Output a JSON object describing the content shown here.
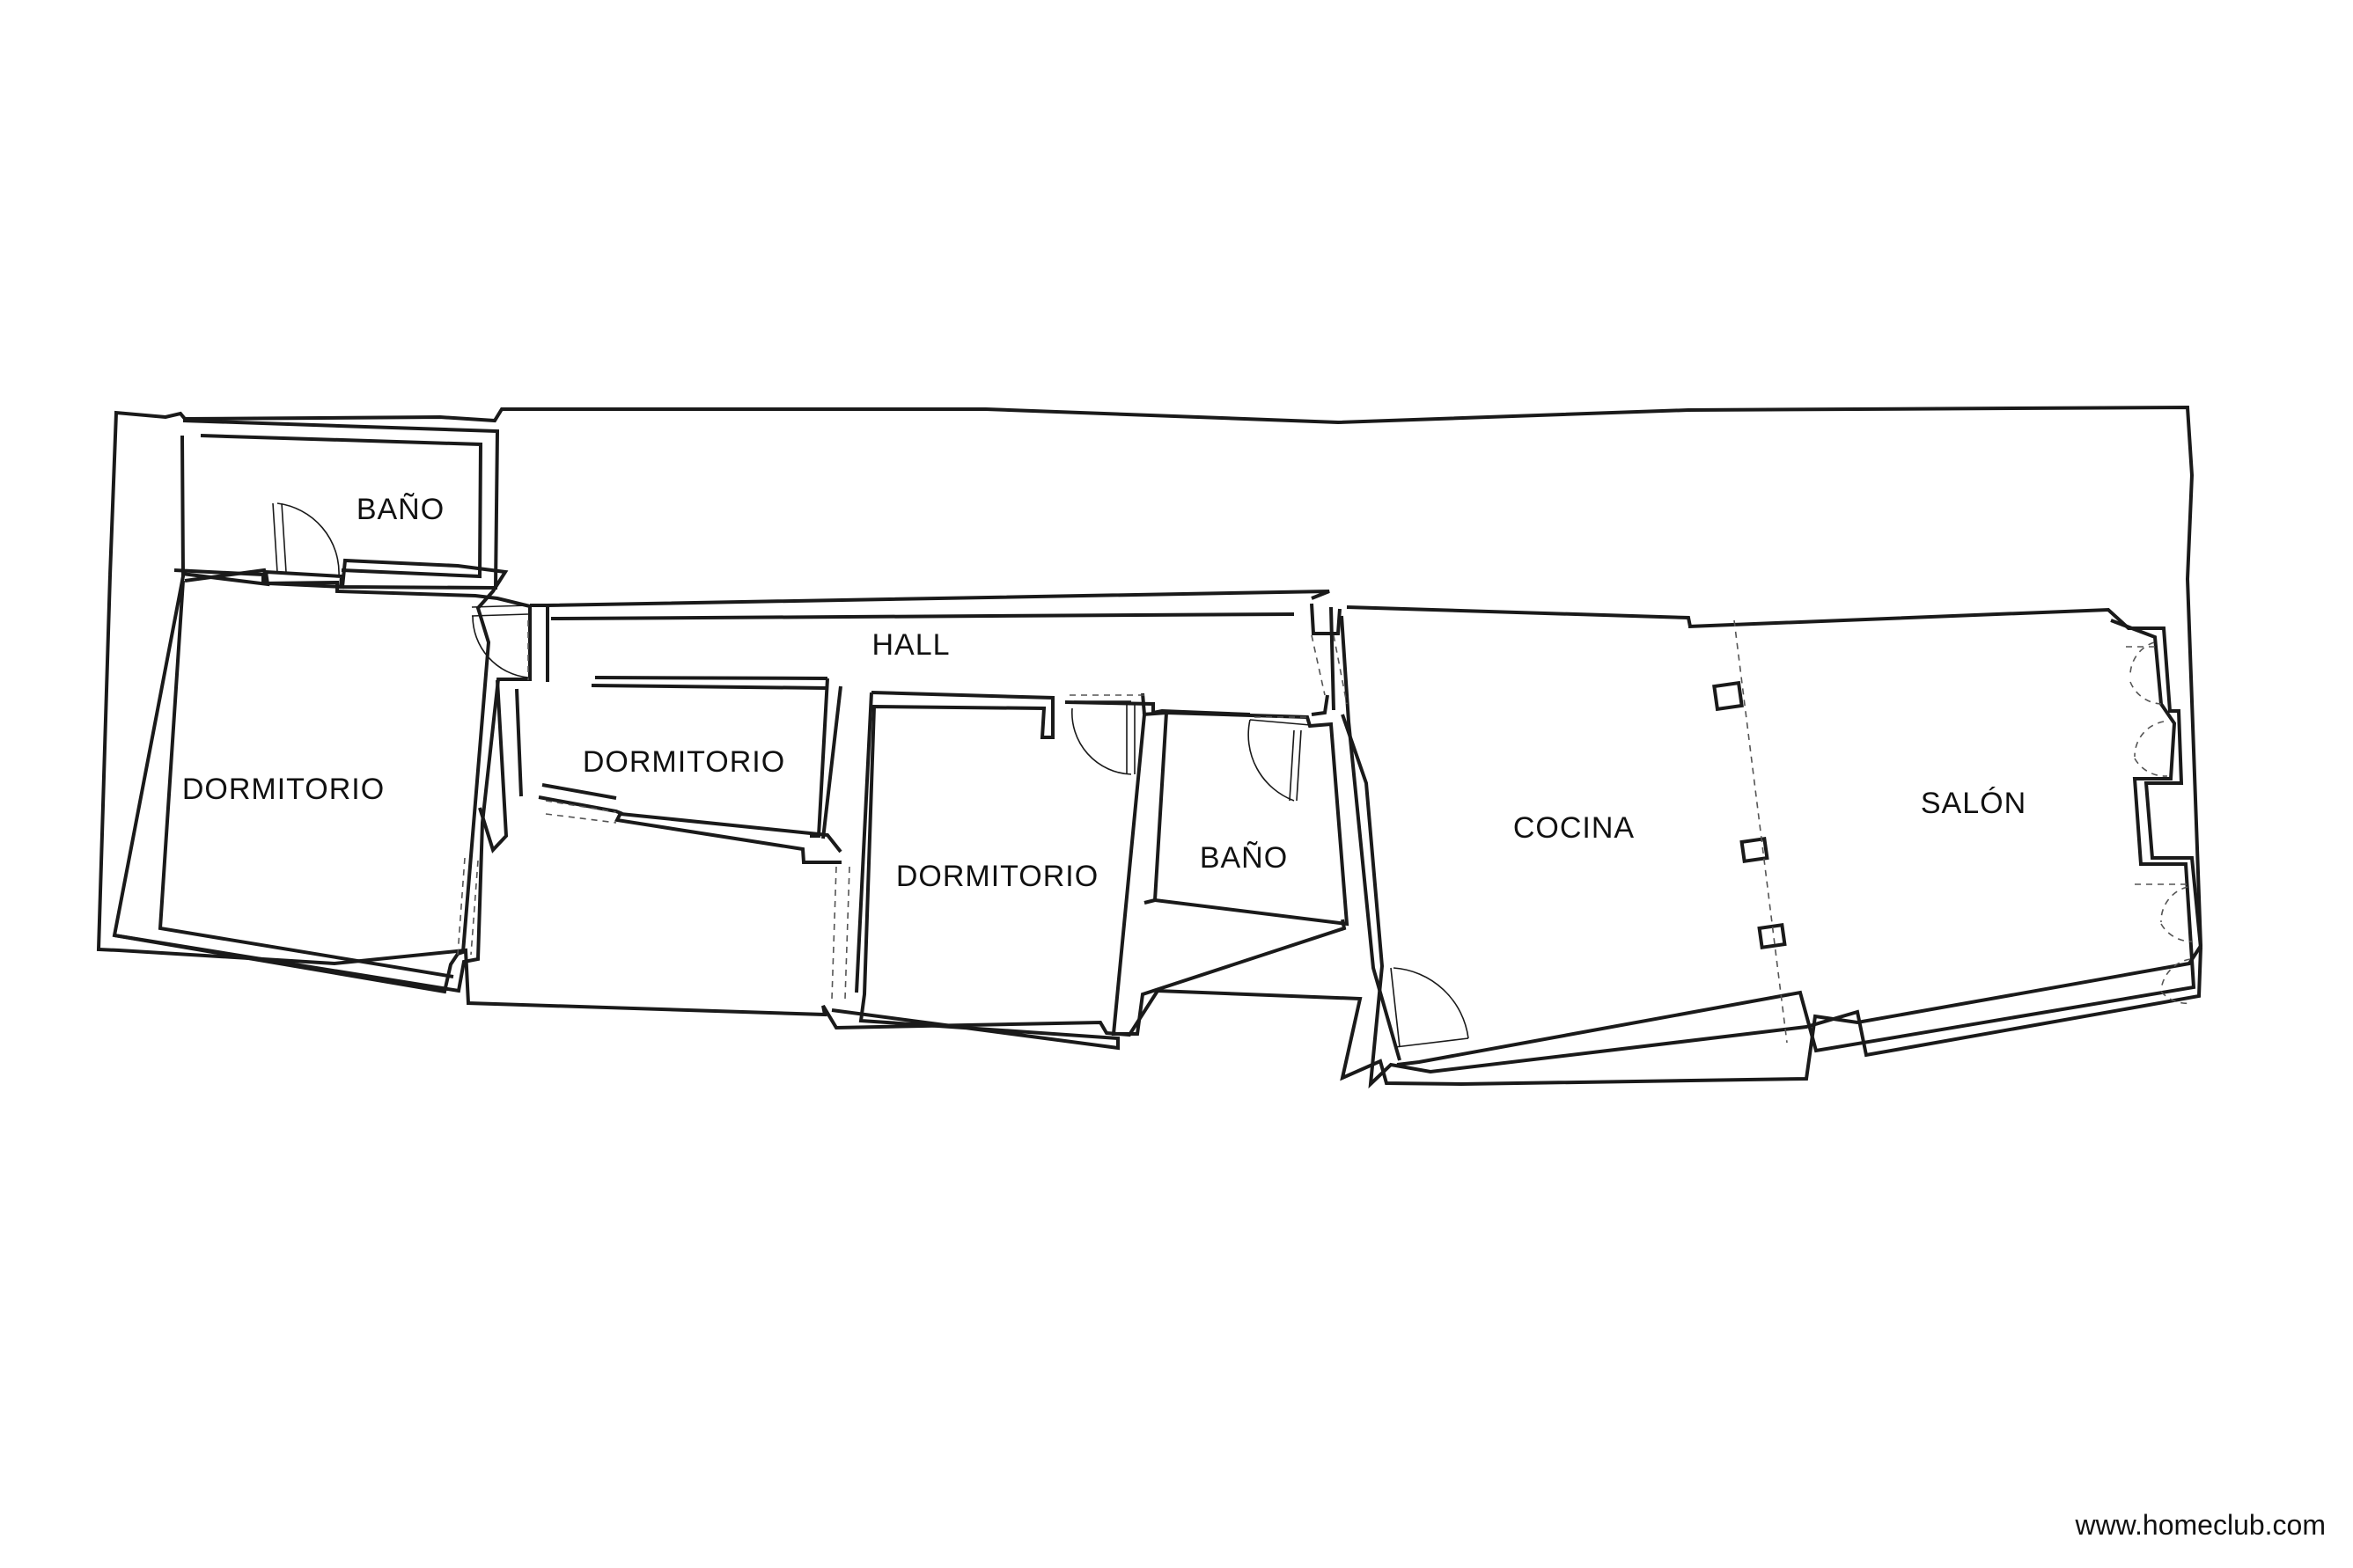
{
  "rooms": {
    "bano_1": "BAÑO",
    "dormitorio_1": "DORMITORIO",
    "hall": "HALL",
    "dormitorio_2": "DORMITORIO",
    "dormitorio_3": "DORMITORIO",
    "bano_2": "BAÑO",
    "cocina": "COCINA",
    "salon": "SALÓN"
  },
  "watermark": "www.homeclub.com"
}
